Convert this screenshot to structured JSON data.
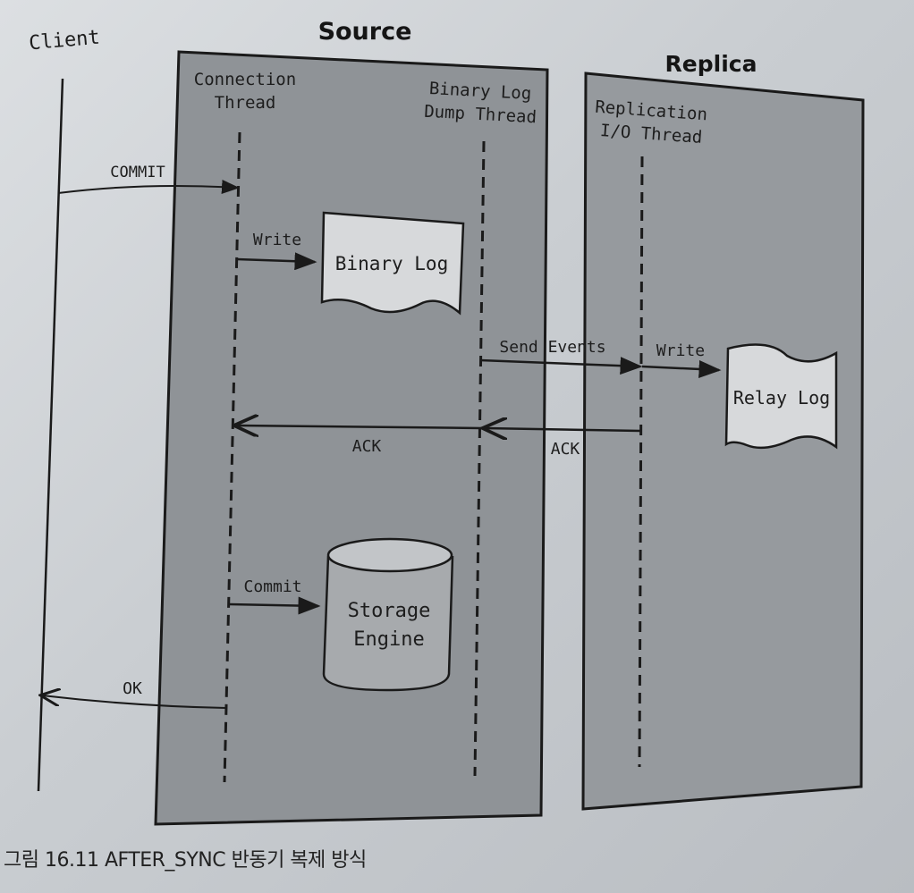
{
  "labels": {
    "client": "Client",
    "source": "Source",
    "replica": "Replica",
    "connection_thread": [
      "Connection",
      "Thread"
    ],
    "binlog_dump_thread": [
      "Binary Log",
      "Dump Thread"
    ],
    "replication_io_thread": [
      "Replication",
      "I/O Thread"
    ],
    "binary_log": "Binary Log",
    "relay_log": "Relay Log",
    "storage_engine": [
      "Storage",
      "Engine"
    ]
  },
  "arrows": {
    "commit": "COMMIT",
    "write_binlog": "Write",
    "send_events": "Send Events",
    "write_relay": "Write",
    "ack_source": "ACK",
    "ack_replica": "ACK",
    "commit_engine": "Commit",
    "ok": "OK"
  },
  "caption": "그림 16.11 AFTER_SYNC 반동기 복제 방식",
  "colors": {
    "source_box": "#8f9397",
    "replica_box": "#969a9e",
    "log_fill": "#d7d9db",
    "engine_fill": "#a7aaad",
    "line": "#1a1a1a"
  }
}
